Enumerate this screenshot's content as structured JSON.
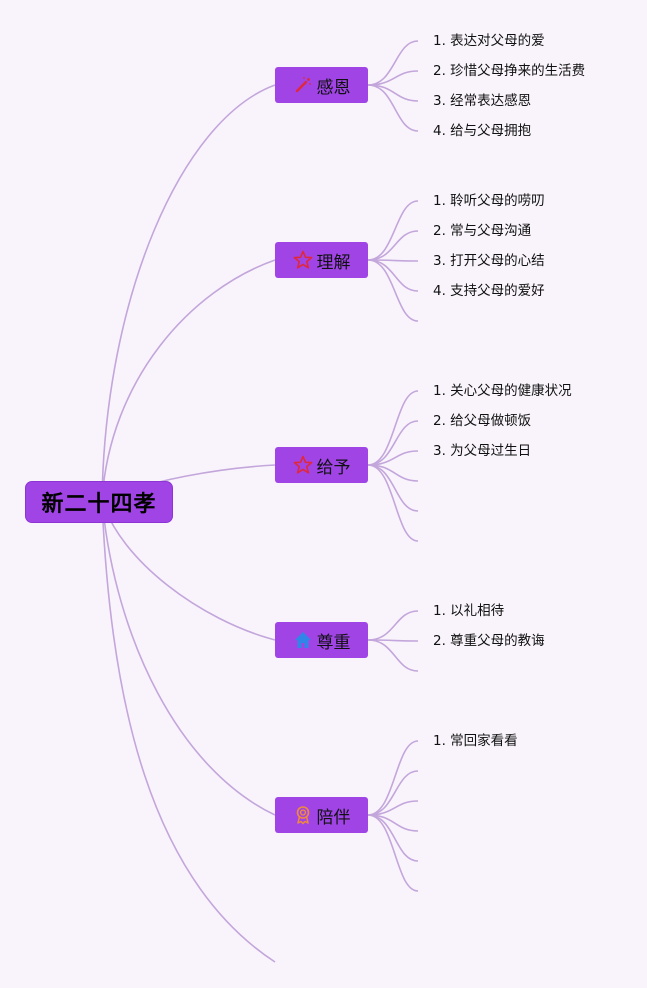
{
  "root": {
    "label": "新二十四孝"
  },
  "colors": {
    "node_fill": "#a044e6",
    "connector": "#c3a6db",
    "background": "#f9f4fb"
  },
  "branches": [
    {
      "label": "感恩",
      "icon": "magic-wand-icon",
      "icon_color": "#e0283c",
      "leaves": [
        "1. 表达对父母的爱",
        "2. 珍惜父母挣来的生活费",
        "3. 经常表达感恩",
        "4. 给与父母拥抱"
      ],
      "slots": 4
    },
    {
      "label": "理解",
      "icon": "star-outline-icon",
      "icon_color": "#e0283c",
      "leaves": [
        "1. 聆听父母的唠叨",
        "2. 常与父母沟通",
        "3. 打开父母的心结",
        "4. 支持父母的爱好"
      ],
      "slots": 5
    },
    {
      "label": "给予",
      "icon": "star-outline-icon",
      "icon_color": "#e0283c",
      "leaves": [
        "1. 关心父母的健康状况",
        "2. 给父母做顿饭",
        "3. 为父母过生日"
      ],
      "slots": 6
    },
    {
      "label": "尊重",
      "icon": "home-icon",
      "icon_color": "#2f86e8",
      "leaves": [
        "1. 以礼相待",
        "2. 尊重父母的教诲"
      ],
      "slots": 3
    },
    {
      "label": "陪伴",
      "icon": "award-ribbon-icon",
      "icon_color": "#f08a3a",
      "leaves": [
        "1. 常回家看看"
      ],
      "slots": 6
    }
  ]
}
